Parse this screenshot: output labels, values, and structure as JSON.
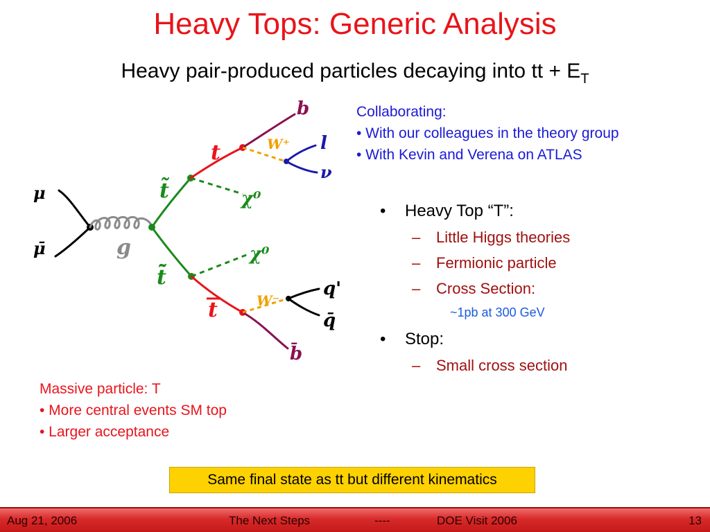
{
  "slide": {
    "title": "Heavy Tops: Generic Analysis",
    "subtitle": {
      "text": "Heavy pair-produced particles decaying into tt + E",
      "subscript": "T"
    },
    "collaborating": {
      "heading": "Collaborating:",
      "items": [
        "• With our colleagues in the theory group",
        "• With Kevin and Verena on ATLAS"
      ]
    },
    "bullets": [
      {
        "label": "Heavy Top “T”:",
        "subitems": [
          {
            "label": "Little Higgs theories"
          },
          {
            "label": "Fermionic particle"
          },
          {
            "label": "Cross Section:",
            "note": "~1pb at 300 GeV"
          }
        ]
      },
      {
        "label": "Stop:",
        "subitems": [
          {
            "label": "Small cross section"
          }
        ]
      }
    ],
    "massive": {
      "heading": "Massive particle: T",
      "items": [
        "• More central events SM top",
        "• Larger acceptance"
      ]
    },
    "callout": "Same final state as tt but different kinematics",
    "bullet_marks": {
      "level1": "•",
      "level2": "–"
    }
  },
  "diagram": {
    "labels": {
      "mu": "μ",
      "mubar": "μ̄",
      "gluon": "g",
      "stop": "t̃",
      "antistop": "t̃̄",
      "top": "t",
      "antitop": "t",
      "neutralino_top": "χ⁰",
      "neutralino_bottom": "χ⁰",
      "w_plus": "W⁺",
      "w_minus": "W⁻",
      "b": "b",
      "bbar": "b̄",
      "lepton": "l",
      "neutrino": "ν",
      "q_prime": "q'",
      "qbar": "q̄"
    },
    "colors": {
      "black": "#000000",
      "gluon": "#8a8a8a",
      "stop": "#1a8a1a",
      "top": "#e8141b",
      "w": "#f0a000",
      "b": "#8b1050",
      "lepton": "#1a1aa8"
    }
  },
  "footer": {
    "date": "Aug 21, 2006",
    "topic": "The Next Steps",
    "separator": "----",
    "event": "DOE Visit 2006",
    "page": "13"
  }
}
